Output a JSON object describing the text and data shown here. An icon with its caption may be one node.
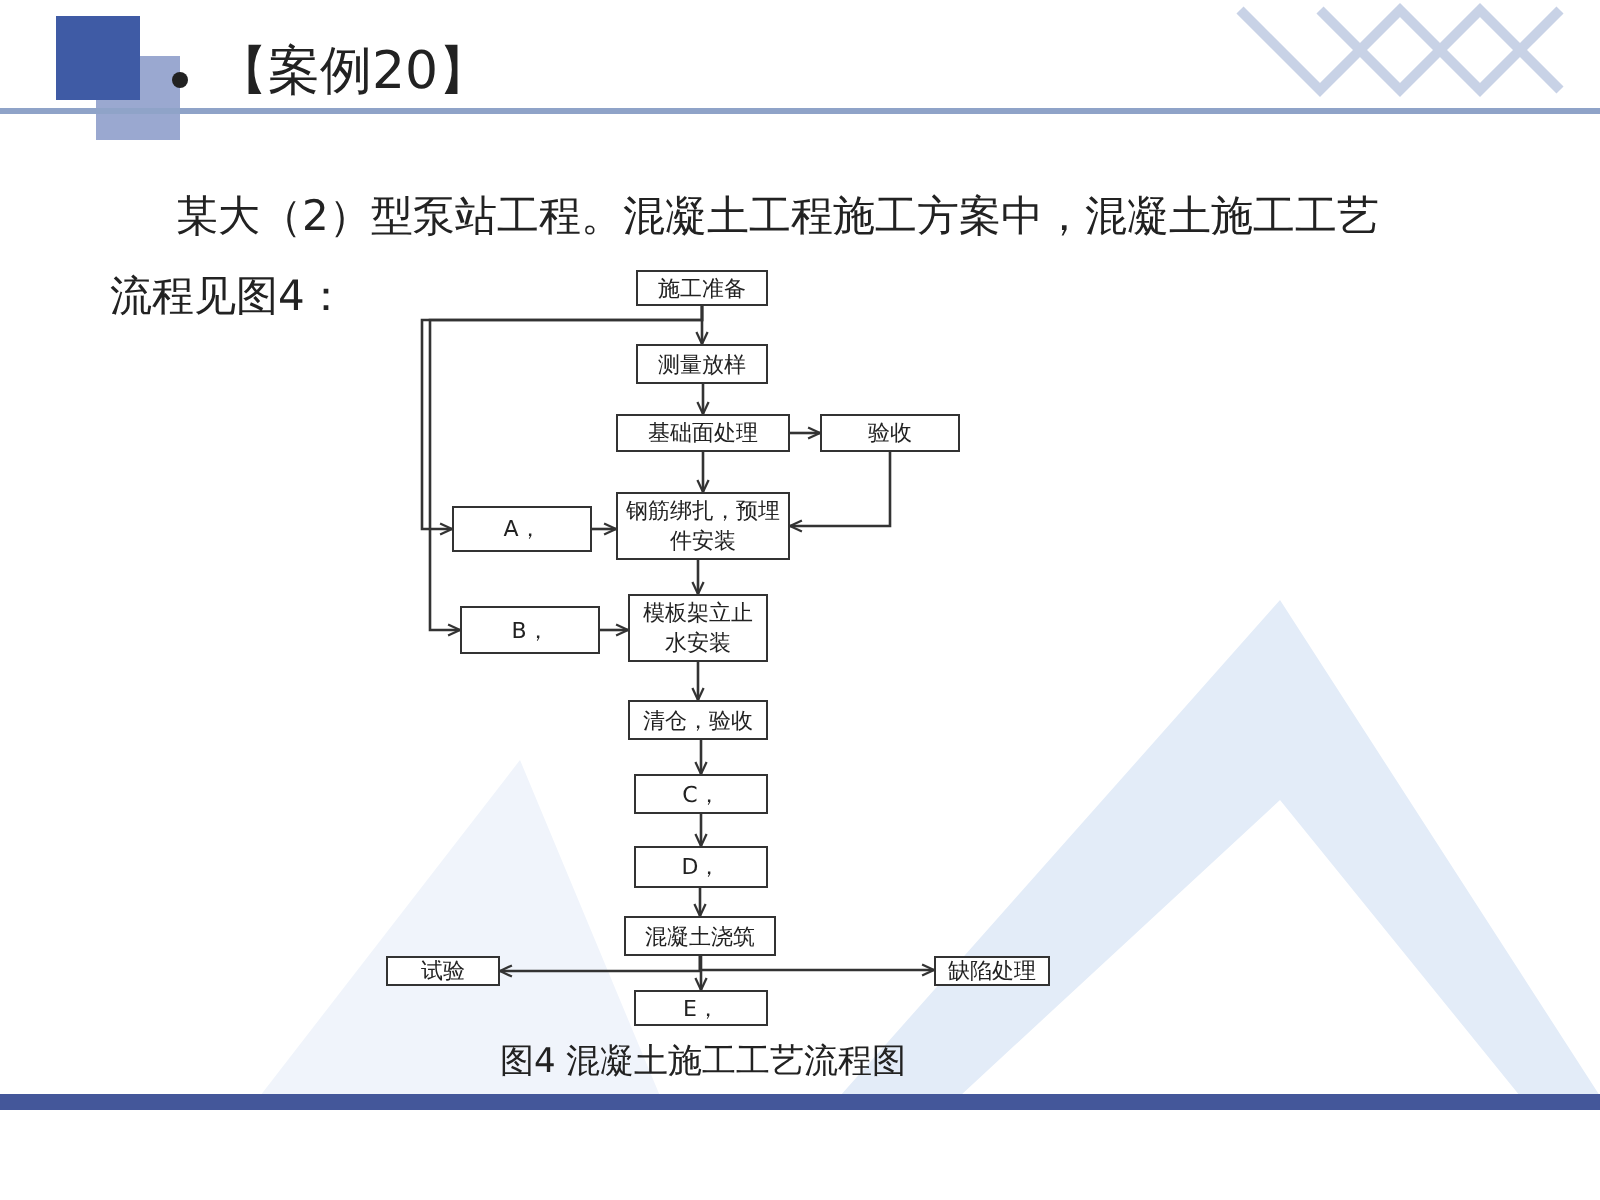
{
  "diagram": {
    "title": "【案例20】",
    "caption": "图4  混凝土施工工艺流程图",
    "nodes": [
      {
        "text": [
          "施工准备"
        ]
      },
      {
        "text": [
          "测量放样"
        ]
      },
      {
        "text": [
          "基础面处理"
        ]
      },
      {
        "text": [
          "验收"
        ]
      },
      {
        "text": [
          "钢筋绑扎，预埋件安装"
        ]
      },
      {
        "text": [
          "A，"
        ]
      },
      {
        "text": [
          "B，"
        ]
      },
      {
        "text": [
          "模板架立止水安装"
        ]
      },
      {
        "text": [
          "清仓，验收"
        ]
      },
      {
        "text": [
          "C，"
        ]
      },
      {
        "text": [
          "D，"
        ]
      },
      {
        "text": [
          "混凝土浇筑"
        ]
      },
      {
        "text": [
          "试验"
        ]
      },
      {
        "text": [
          "缺陷处理"
        ]
      },
      {
        "text": [
          "E，"
        ]
      }
    ],
    "edges": [
      {
        "from": 0,
        "to": 1,
        "arrow": "to"
      },
      {
        "from": 0,
        "to": 5,
        "arrow": "to"
      },
      {
        "from": 0,
        "to": 6,
        "arrow": "to"
      },
      {
        "from": 1,
        "to": 2,
        "arrow": "to"
      },
      {
        "from": 2,
        "to": 3,
        "arrow": "to"
      },
      {
        "from": 2,
        "to": 4,
        "arrow": "to"
      },
      {
        "from": 3,
        "to": 4,
        "arrow": "to"
      },
      {
        "from": 5,
        "to": 4,
        "arrow": "to"
      },
      {
        "from": 4,
        "to": 7,
        "arrow": "to"
      },
      {
        "from": 6,
        "to": 7,
        "arrow": "to"
      },
      {
        "from": 7,
        "to": 8,
        "arrow": "to"
      },
      {
        "from": 8,
        "to": 9,
        "arrow": "to"
      },
      {
        "from": 9,
        "to": 10,
        "arrow": "to"
      },
      {
        "from": 10,
        "to": 11,
        "arrow": "to"
      },
      {
        "from": 11,
        "to": 12,
        "arrow": "to"
      },
      {
        "from": 11,
        "to": 13,
        "arrow": "to"
      },
      {
        "from": 11,
        "to": 14,
        "arrow": "to"
      }
    ],
    "labels": [
      "某大（2）型泵站工程。混凝土工程施工方案中，混凝土施工工艺流程见图4："
    ]
  }
}
